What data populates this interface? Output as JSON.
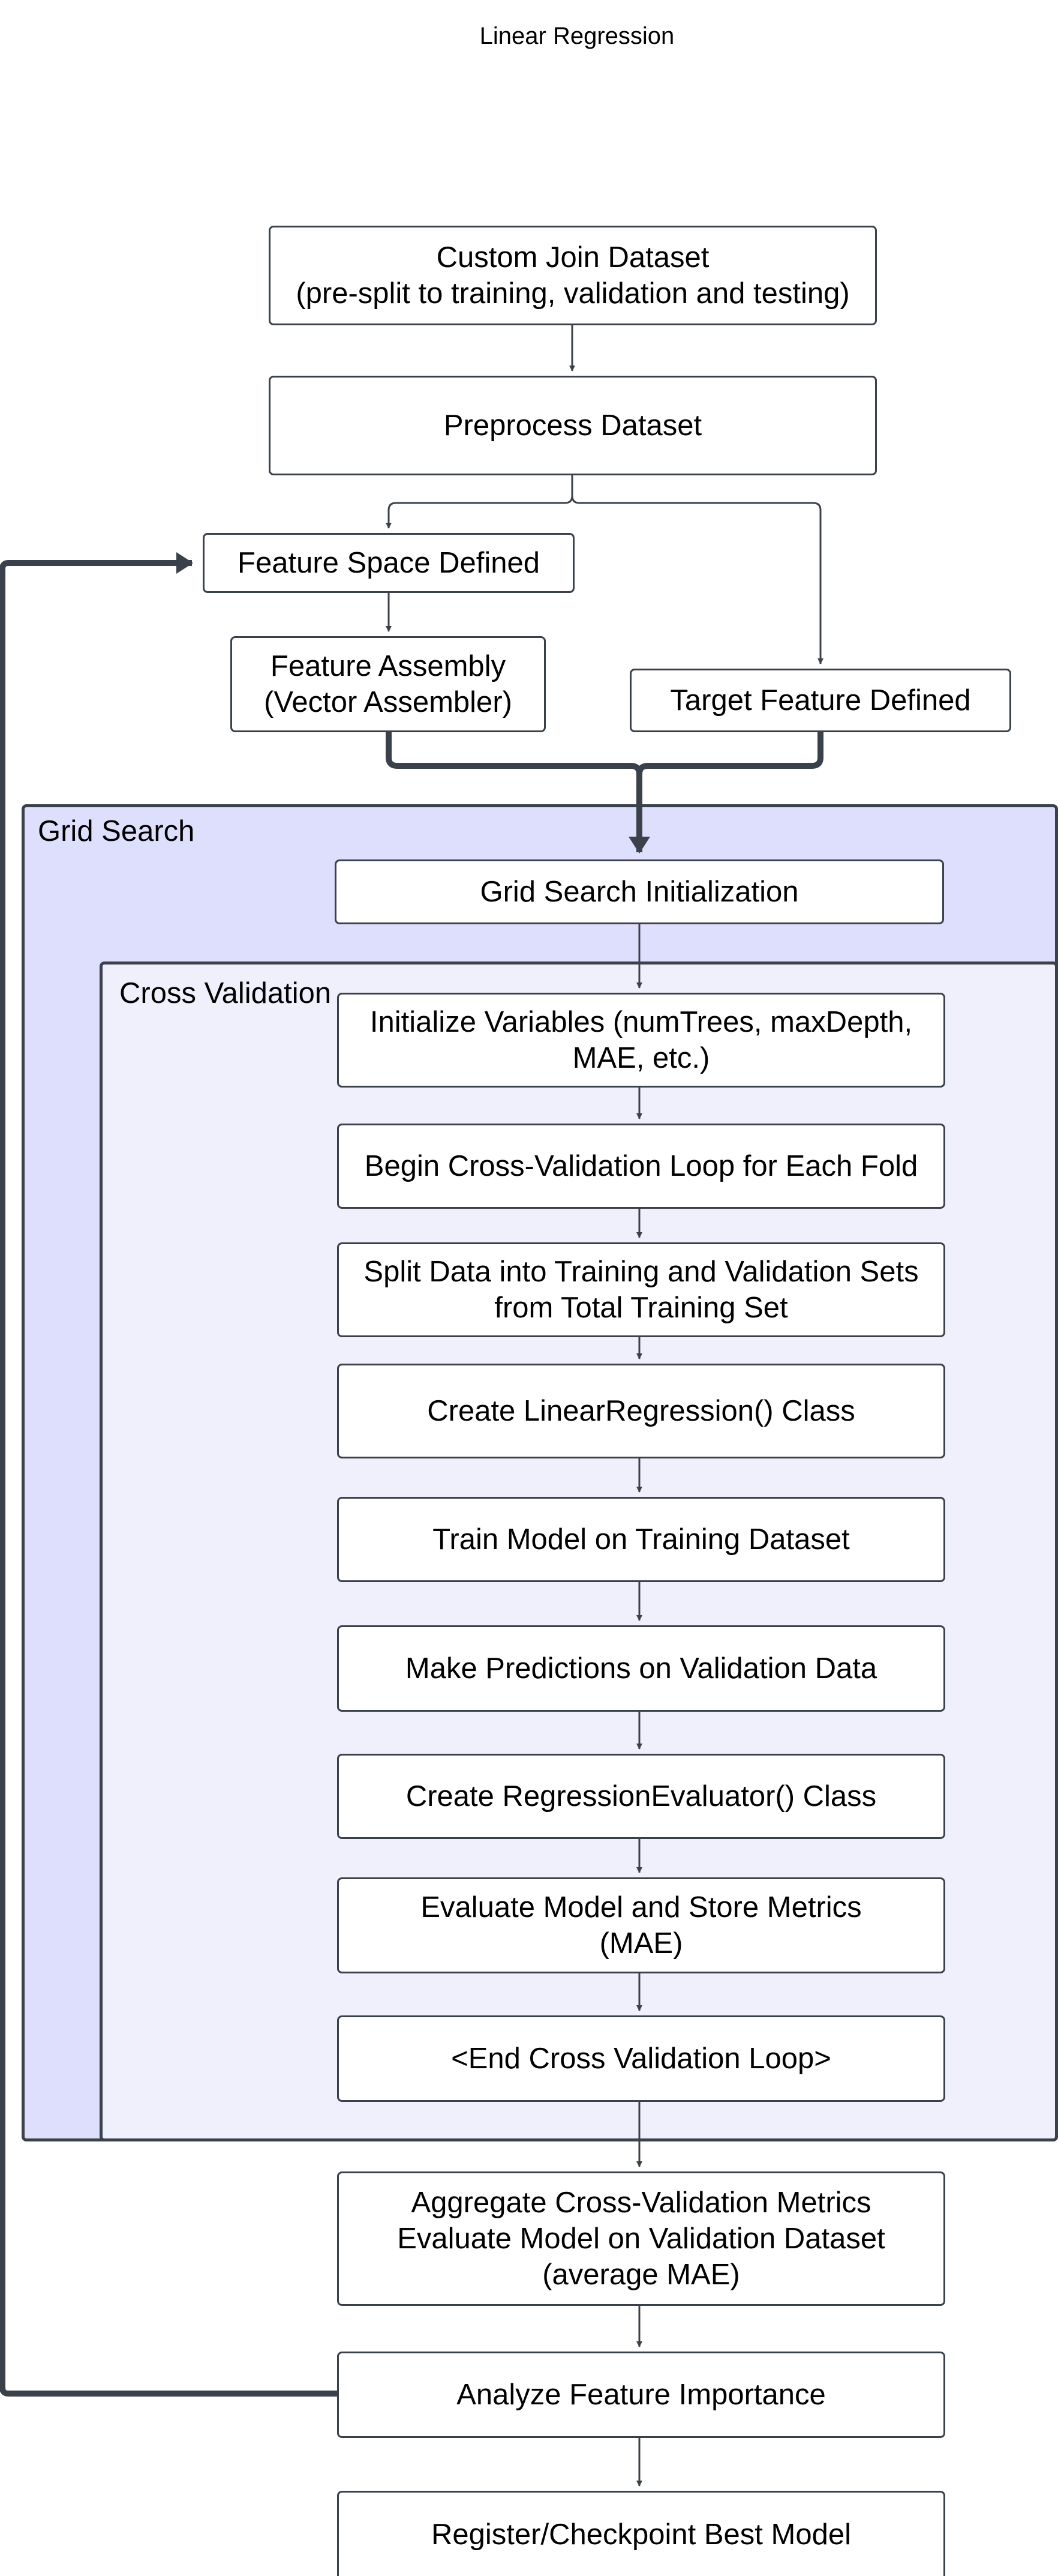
{
  "title": "Linear Regression",
  "colors": {
    "stroke": "#3a414a",
    "grid_search_fill": "#dedffc",
    "cross_validation_fill": "#f0f0fd"
  },
  "containers": {
    "grid_search": "Grid Search",
    "cross_validation": "Cross Validation"
  },
  "nodes": {
    "custom_join": "Custom Join Dataset\n(pre-split to training, validation and testing)",
    "preprocess": "Preprocess Dataset",
    "feature_space": "Feature Space Defined",
    "feature_assembly": "Feature Assembly\n(Vector Assembler)",
    "target_feature": "Target Feature Defined",
    "grid_init": "Grid Search Initialization",
    "init_vars": "Initialize Variables (numTrees, maxDepth,\nMAE, etc.)",
    "begin_cv": "Begin Cross-Validation Loop for Each Fold",
    "split_data": "Split Data into Training and Validation Sets\nfrom Total Training Set",
    "create_lr": "Create LinearRegression() Class",
    "train_model": "Train Model on Training Dataset",
    "make_pred": "Make Predictions on Validation Data",
    "create_eval": "Create RegressionEvaluator() Class",
    "evaluate": "Evaluate Model and Store Metrics\n(MAE)",
    "end_cv": "<End Cross Validation Loop>",
    "aggregate": "Aggregate Cross-Validation Metrics\nEvaluate Model on Validation Dataset\n(average MAE)",
    "analyze": "Analyze Feature Importance",
    "register": "Register/Checkpoint Best Model"
  }
}
